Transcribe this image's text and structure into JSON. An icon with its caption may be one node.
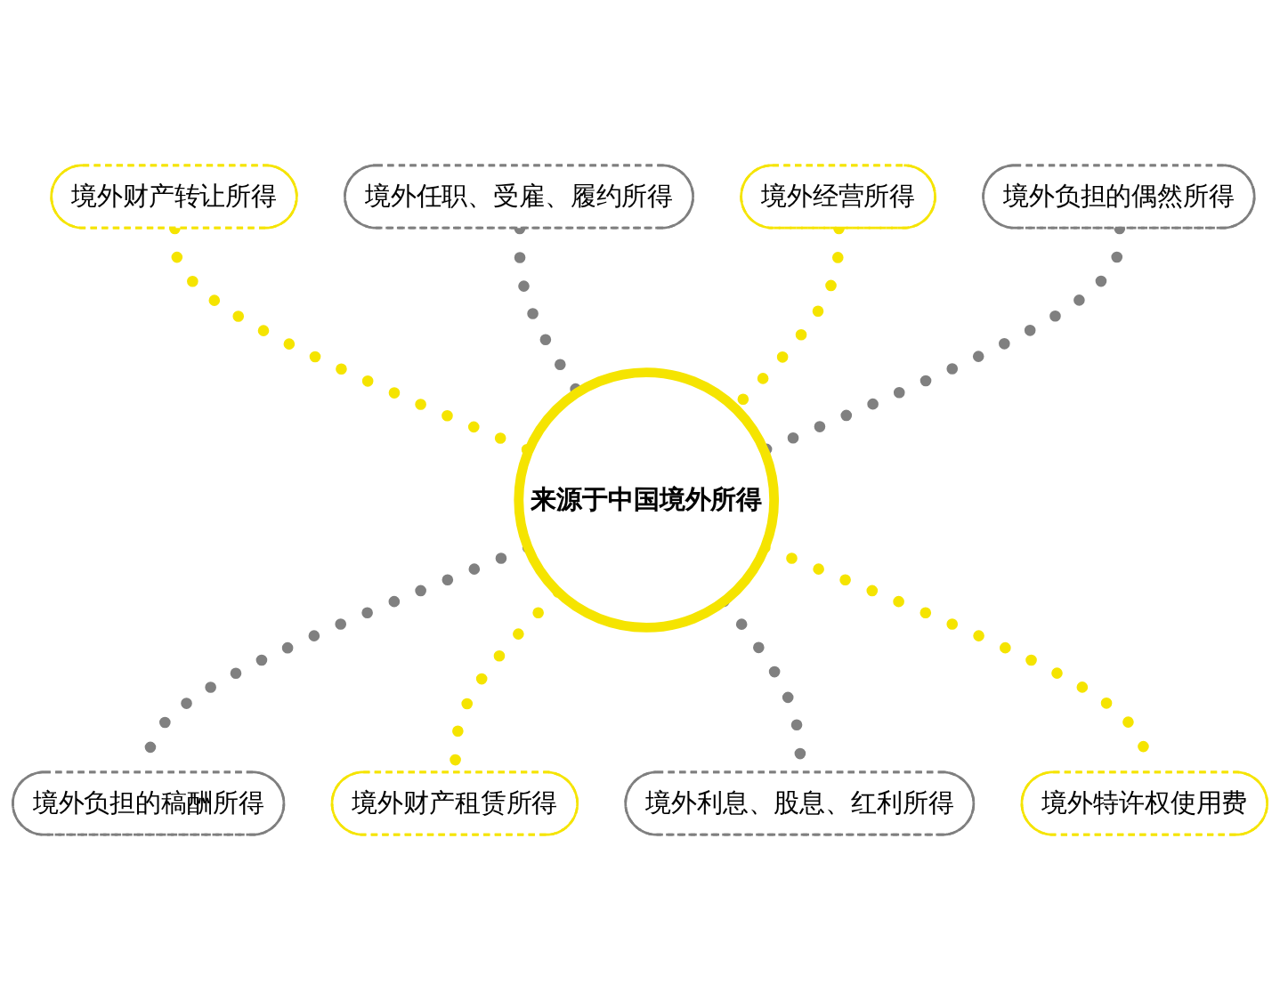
{
  "diagram": {
    "nodes": [
      {
        "text": [
          "境外任职、受雇、履约所得"
        ]
      },
      {
        "text": [
          "境外财产转让所得"
        ]
      },
      {
        "text": [
          "境外经营所得"
        ]
      },
      {
        "text": [
          "境外负担的偶然所得"
        ]
      },
      {
        "text": [
          "来源于中国境外所得"
        ]
      },
      {
        "text": [
          "境外负担的稿酬所得"
        ]
      },
      {
        "text": [
          "境外财产租赁所得"
        ]
      },
      {
        "text": [
          "境外特许权使用费"
        ]
      },
      {
        "text": [
          "境外利息、股息、红利所得"
        ]
      }
    ],
    "edges": [
      {
        "from": 1,
        "to": 4,
        "arrow": "none",
        "style": "dashed",
        "color": "#f5e400"
      },
      {
        "from": 0,
        "to": 4,
        "arrow": "none",
        "style": "dashed",
        "color": "#808080"
      },
      {
        "from": 2,
        "to": 4,
        "arrow": "none",
        "style": "dashed",
        "color": "#f5e400"
      },
      {
        "from": 3,
        "to": 4,
        "arrow": "none",
        "style": "dashed",
        "color": "#808080"
      },
      {
        "from": 4,
        "to": 5,
        "arrow": "none",
        "style": "dashed",
        "color": "#808080"
      },
      {
        "from": 4,
        "to": 6,
        "arrow": "none",
        "style": "dashed",
        "color": "#f5e400"
      },
      {
        "from": 4,
        "to": 8,
        "arrow": "none",
        "style": "dashed",
        "color": "#808080"
      },
      {
        "from": 4,
        "to": 7,
        "arrow": "none",
        "style": "dashed",
        "color": "#f5e400"
      }
    ]
  }
}
